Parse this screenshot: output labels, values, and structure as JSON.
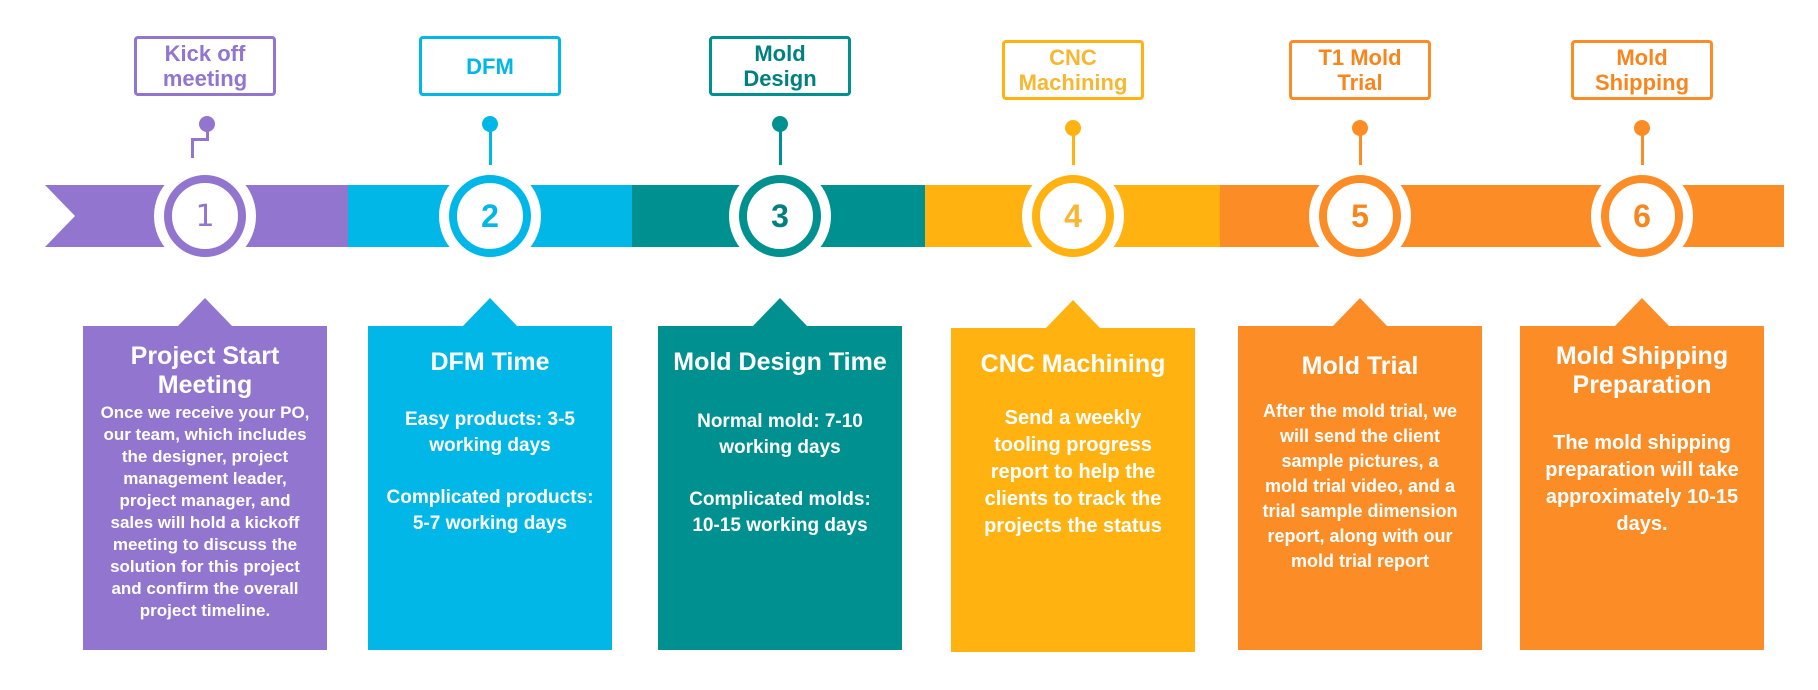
{
  "steps": [
    {
      "number": "1",
      "label": "Kick off\nmeeting",
      "title": "Project Start\nMeeting",
      "body": "Once we receive your PO,\nour team, which includes\nthe designer, project\nmanagement leader,\nproject manager, and\nsales will hold a kickoff\nmeeting to discuss the\nsolution for this project\nand confirm the overall\nproject timeline.",
      "color": "#9175CE",
      "number_color": "#9175CE"
    },
    {
      "number": "2",
      "label": "DFM",
      "title": "DFM Time",
      "body": "Easy products: 3-5\nworking days\n\nComplicated products:\n5-7 working days",
      "color": "#00B7E8",
      "number_color": "#00B7E8"
    },
    {
      "number": "3",
      "label": "Mold\nDesign",
      "title": "Mold Design Time",
      "body": "Normal mold: 7-10\nworking days\n\nComplicated molds:\n10-15 working days",
      "color": "#009090",
      "number_color": "#00807F"
    },
    {
      "number": "4",
      "label": "CNC\nMachining",
      "title": "CNC Machining",
      "body": "Send a weekly\ntooling progress\nreport to help the\nclients to track the\nprojects the status",
      "color": "#FFB210",
      "number_color": "#F8B732"
    },
    {
      "number": "5",
      "label": "T1 Mold\nTrial",
      "title": "Mold Trial",
      "body": "After the mold trial, we\nwill send the client\nsample pictures, a\nmold trial video, and a\ntrial sample dimension\nreport, along with our\nmold trial report",
      "color": "#FC8C25",
      "number_color": "#F8861F"
    },
    {
      "number": "6",
      "label": "Mold\nShipping",
      "title": "Mold Shipping\nPreparation",
      "body": "The mold shipping\npreparation will take\napproximately 10-15\ndays.",
      "color": "#FC8C25",
      "number_color": "#F8861F"
    }
  ]
}
